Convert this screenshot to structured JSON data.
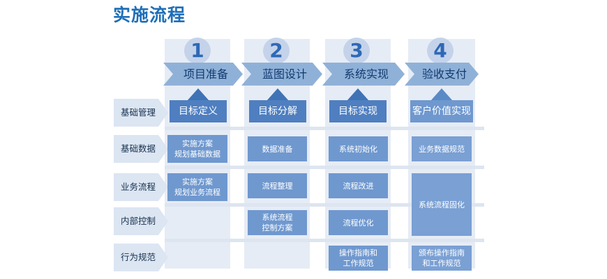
{
  "title": "实施流程",
  "phases": [
    {
      "num": "1",
      "name": "项目准备",
      "goal": "目标定义"
    },
    {
      "num": "2",
      "name": "蓝图设计",
      "goal": "目标分解"
    },
    {
      "num": "3",
      "name": "系统实现",
      "goal": "目标实现"
    },
    {
      "num": "4",
      "name": "验收支付",
      "goal": "客户价值实现"
    }
  ],
  "rows": [
    "基础管理",
    "基础数据",
    "业务流程",
    "内部控制",
    "行为规范"
  ],
  "cells": {
    "c1_data": [
      "实施方案",
      "规划基础数据"
    ],
    "c1_flow": [
      "实施方案",
      "规划业务流程"
    ],
    "c2_data": "数据准备",
    "c2_flow": "流程整理",
    "c2_control": [
      "系统流程",
      "控制方案"
    ],
    "c3_data": "系统初始化",
    "c3_flow": "流程改进",
    "c3_control": "流程优化",
    "c3_norm": [
      "操作指南和",
      "工作规范"
    ],
    "c4_data": "业务数据规范",
    "c4_flow": "系统流程固化",
    "c4_norm": [
      "颁布操作指南",
      "和工作规范"
    ]
  },
  "colors": {
    "title": "#1f6fb8",
    "chevron": "#8fb1d8",
    "goal": "#4f7fc0",
    "cell": "#6f98cf",
    "column_bg": "#e6ecf5"
  }
}
